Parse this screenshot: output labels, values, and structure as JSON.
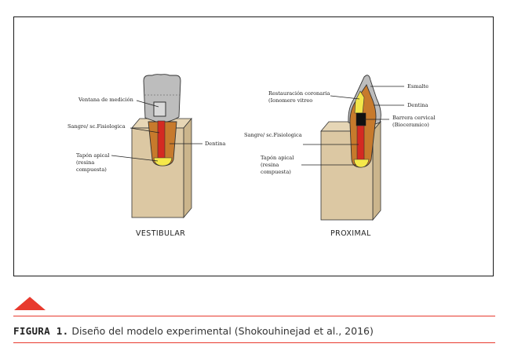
{
  "figure": {
    "vestibular": {
      "title": "VESTIBULAR",
      "labels": {
        "ventana": "Ventana de medición",
        "sangre": "Sangre/ sc.Fisiologica",
        "dentina": "Dentina",
        "tapon_1": "Tapón apical",
        "tapon_2": "(resina",
        "tapon_3": "compuesta)"
      }
    },
    "proximal": {
      "title": "PROXIMAL",
      "labels": {
        "esmalte": "Esmalte",
        "restauracion_1": "Restauración coronaria",
        "restauracion_2": "(Ionomero vitreo",
        "dentina": "Dentina",
        "barrera_1": "Barrera cervical",
        "barrera_2": "(Bioceramico)",
        "sangre": "Sangre/ sc.Fisiologica",
        "tapon_1": "Tapón apical",
        "tapon_2": "(resina",
        "tapon_3": "compuesta)"
      }
    }
  },
  "caption": {
    "number": "FIGURA 1.",
    "text": " Diseño del modelo experimental (Shokouhinejad et al., 2016)"
  },
  "colors": {
    "accent": "#e83a2e",
    "block": "#dcc8a3",
    "dentin": "#c77a2c",
    "root_canal": "#d42a22",
    "apical_plug": "#f5e84a",
    "crown_gray": "#bdbdbd",
    "restoration_yellow": "#f2e64a",
    "cervical_barrier": "#111111"
  }
}
